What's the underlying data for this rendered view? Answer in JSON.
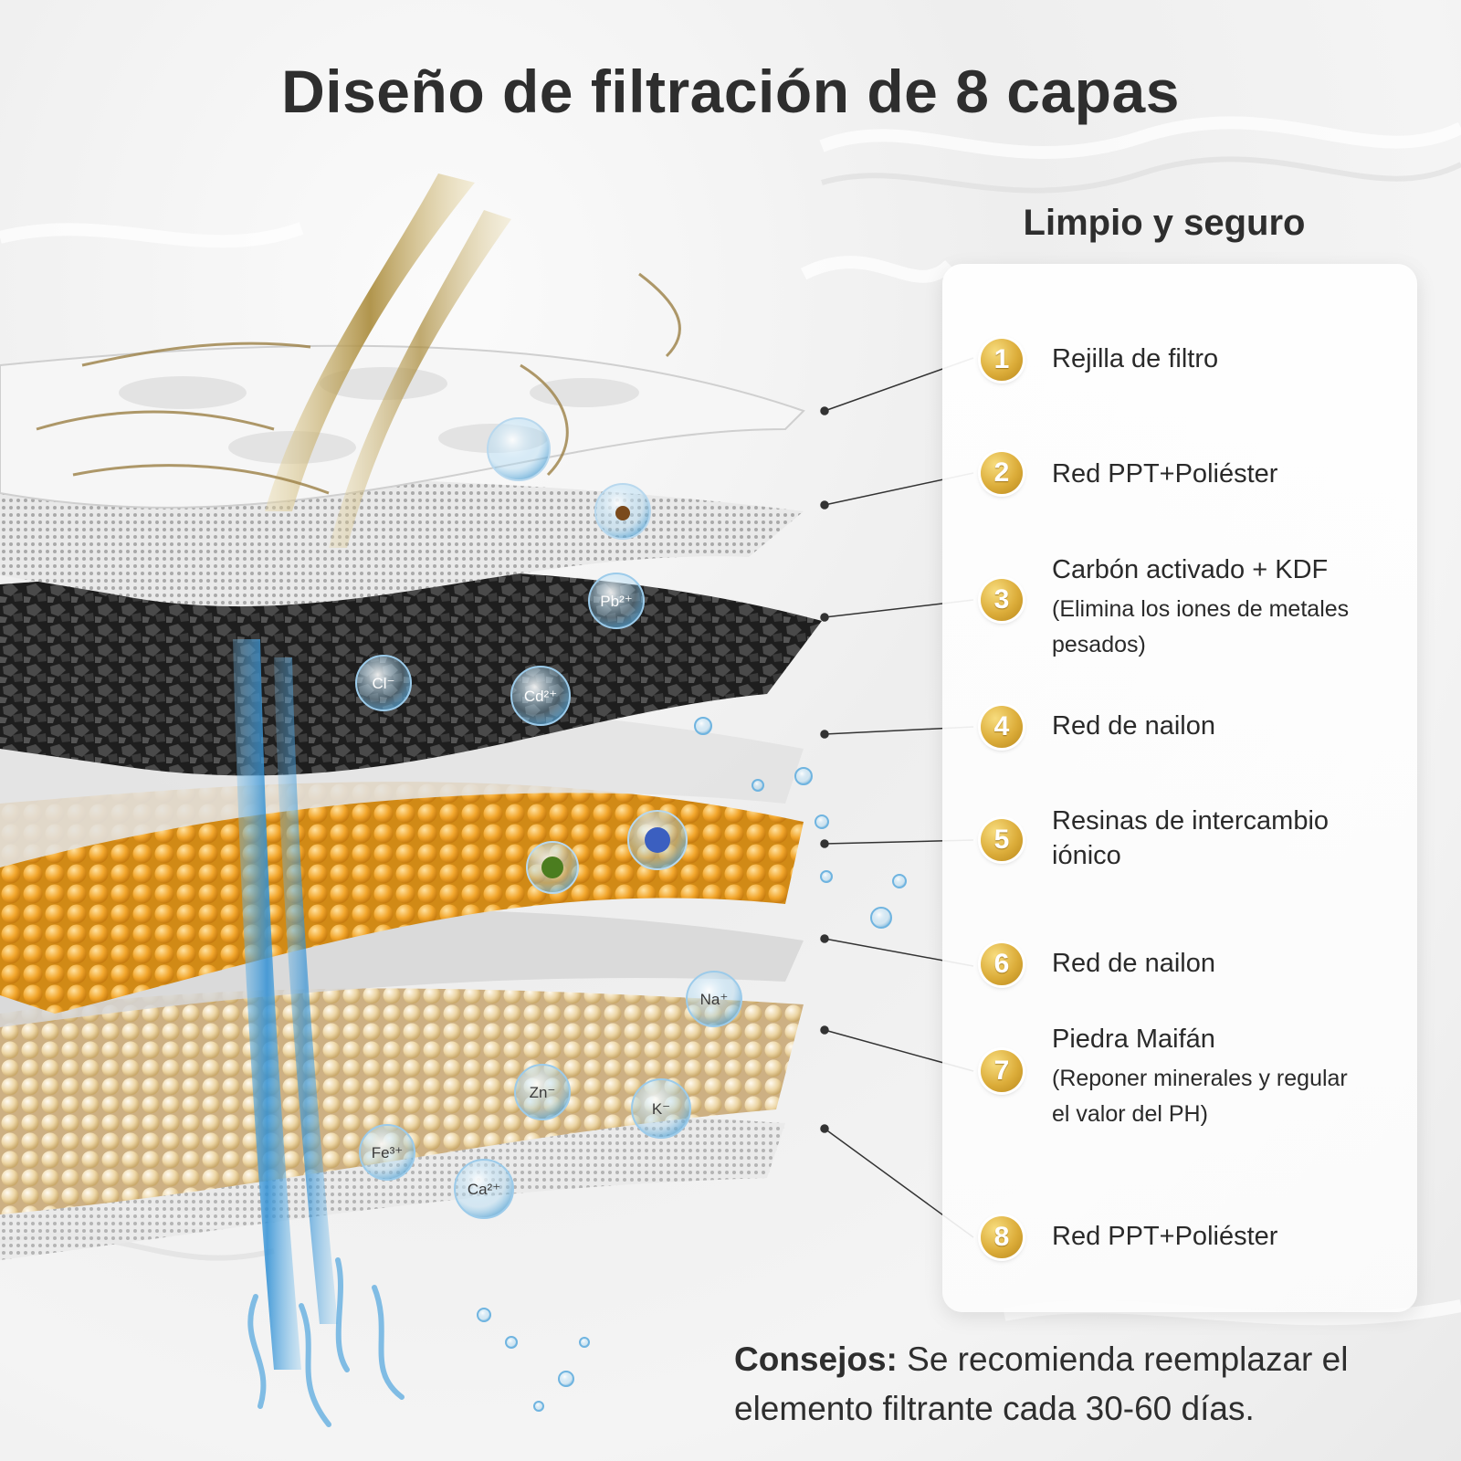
{
  "title": "Diseño de filtración de 8 capas",
  "subtitle": "Limpio y seguro",
  "layers": [
    {
      "num": "1",
      "label": "Rejilla de filtro"
    },
    {
      "num": "2",
      "label": "Red PPT+Poliéster"
    },
    {
      "num": "3",
      "label": "Carbón activado + KDF",
      "note_line1": "(Elimina los iones de metales",
      "note_line2": "pesados)"
    },
    {
      "num": "4",
      "label": "Red de nailon"
    },
    {
      "num": "5",
      "label": "Resinas de intercambio",
      "label_line2": "iónico"
    },
    {
      "num": "6",
      "label": "Red de nailon"
    },
    {
      "num": "7",
      "label": "Piedra Maifán",
      "note_line1": "(Reponer minerales y regular",
      "note_line2": "el valor del PH)"
    },
    {
      "num": "8",
      "label": "Red PPT+Poliéster"
    }
  ],
  "ions": [
    "Pb²⁺",
    "Cl⁻",
    "Cd²⁺",
    "Na⁺",
    "Zn⁻",
    "K⁻",
    "Fe³⁺",
    "Ca²⁺"
  ],
  "tips": {
    "label": "Consejos:",
    "text": "Se recomienda reemplazar el elemento filtrante cada 30-60 días."
  },
  "colors": {
    "gold": "#d9a93a",
    "text": "#2e2e2e",
    "carbon": "#2b2b2b",
    "resin": "#f0a832",
    "maifan": "#ead6a8",
    "water": "#6ab7e6"
  }
}
